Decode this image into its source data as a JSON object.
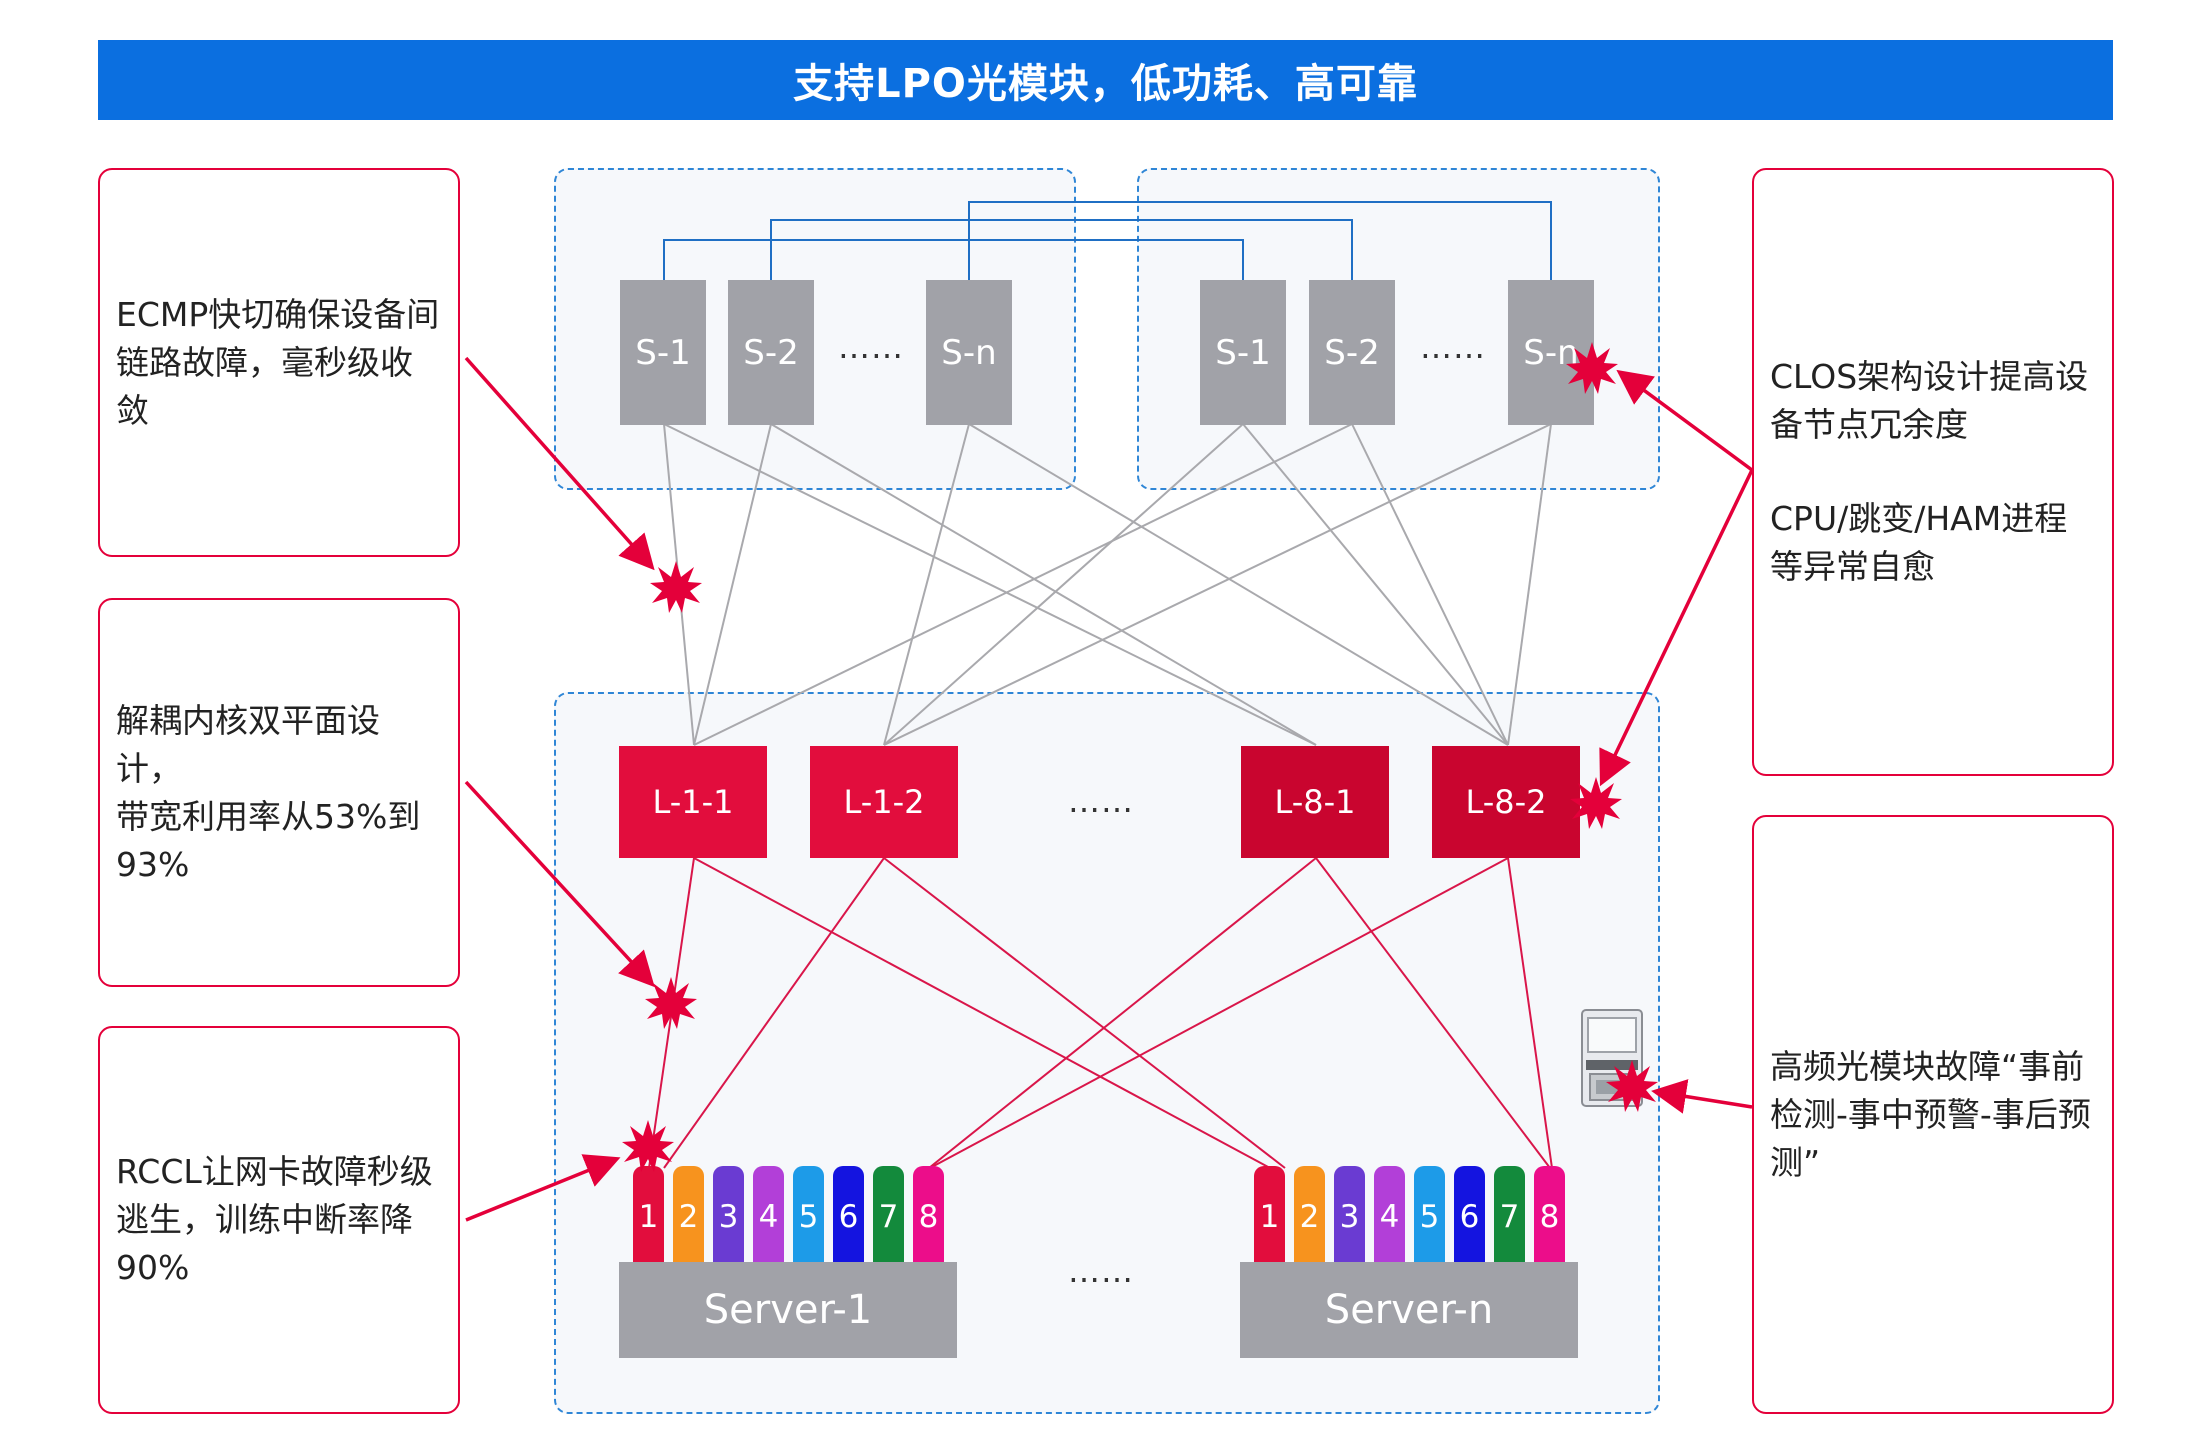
{
  "banner": {
    "title": "支持LPO光模块，低功耗、高可靠"
  },
  "notes": {
    "ecmp": [
      "ECMP快切确保设备间",
      "链路故障，毫秒级收敛"
    ],
    "decouple": [
      "解耦内核双平面设计，",
      "带宽利用率从53%到",
      "93%"
    ],
    "rccl": [
      "RCCL让网卡故障秒级",
      "逃生，训练中断率降",
      "90%"
    ],
    "clos": [
      "CLOS架构设计提高设",
      "备节点冗余度"
    ],
    "cpu": [
      "CPU/跳变/HAM进程",
      "等异常自愈"
    ],
    "optical": [
      "高频光模块故障“事前",
      "检测-事中预警-事后预",
      "测”"
    ]
  },
  "spines": {
    "group1": [
      "S-1",
      "S-2",
      "S-n"
    ],
    "group2": [
      "S-1",
      "S-2",
      "S-n"
    ],
    "ellipsis": "……"
  },
  "leaves": {
    "items": [
      "L-1-1",
      "L-1-2",
      "L-8-1",
      "L-8-2"
    ],
    "ellipsis": "……"
  },
  "servers": {
    "items": [
      "Server-1",
      "Server-n"
    ],
    "ellipsis": "……",
    "ports": [
      "1",
      "2",
      "3",
      "4",
      "5",
      "6",
      "7",
      "8"
    ],
    "port_colors": [
      "#e20d3d",
      "#f7931e",
      "#6a3bd2",
      "#b23fd8",
      "#1d9be8",
      "#1414e0",
      "#138a3c",
      "#ec0d8a"
    ]
  },
  "colors": {
    "banner": "#0b6fe0",
    "accent": "#e4003a",
    "spine": "#a1a2a8",
    "group_border": "#2f86d6",
    "spine_interconnect": "#1f6fc4",
    "spine_leaf_link": "#a9a9ad",
    "leaf_server_link": "#d9164a"
  }
}
